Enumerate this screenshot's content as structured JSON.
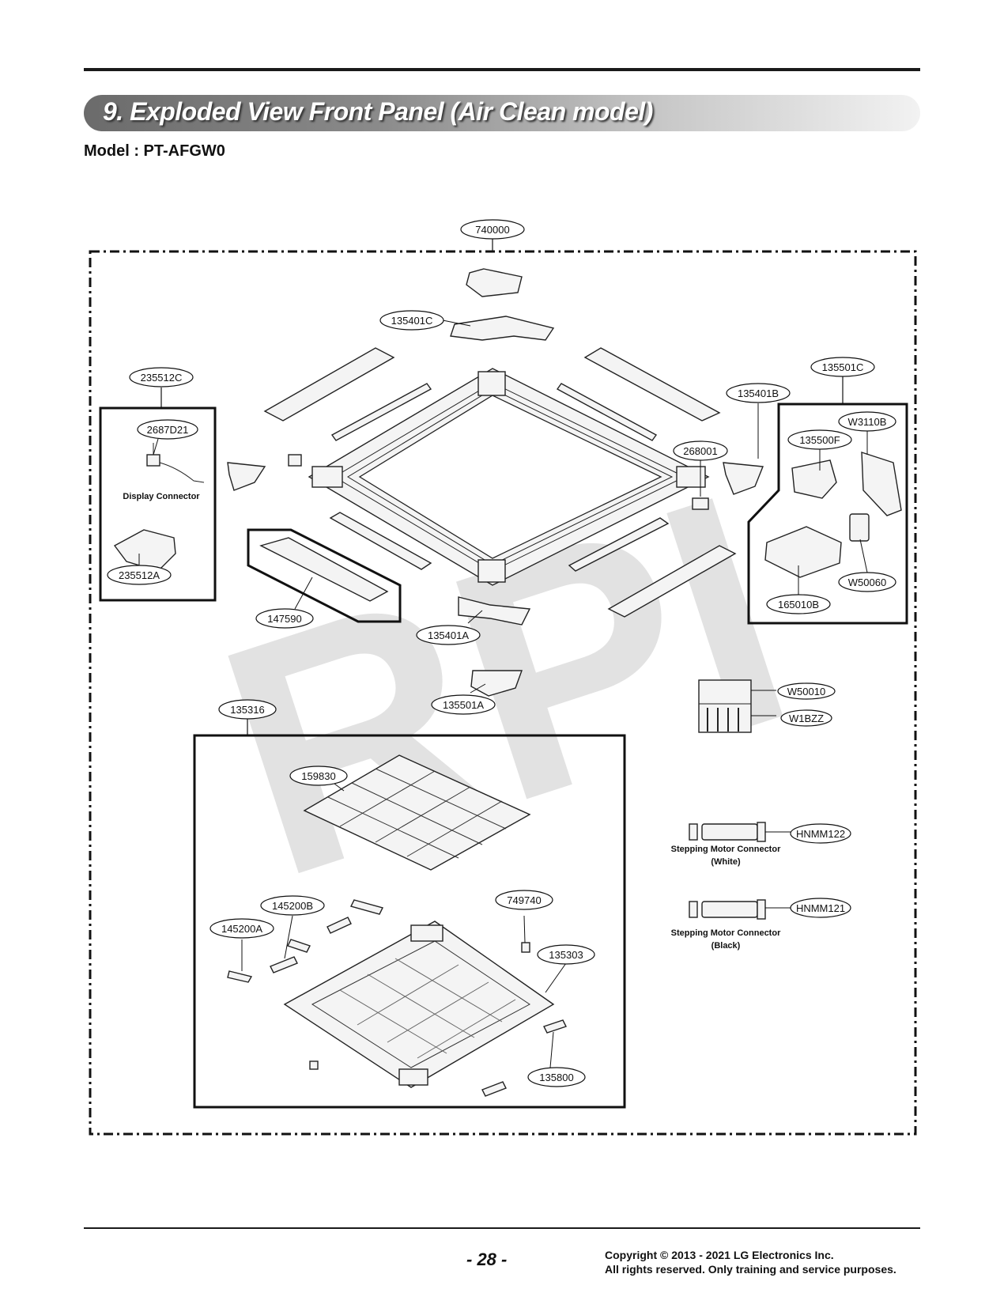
{
  "header": {
    "title": "9. Exploded View Front Panel (Air Clean model)",
    "model": "Model : PT-AFGW0"
  },
  "watermark": "RPI",
  "parts": {
    "p740000": "740000",
    "p135401C": "135401C",
    "p135501C": "135501C",
    "p235512C": "235512C",
    "p135401B": "135401B",
    "p2687D21": "2687D21",
    "pW3110B": "W3110B",
    "p135500F": "135500F",
    "p268001": "268001",
    "p235512A": "235512A",
    "p147590": "147590",
    "pW50060": "W50060",
    "p165010B": "165010B",
    "p135401A": "135401A",
    "p135501A": "135501A",
    "p135316": "135316",
    "pW50010": "W50010",
    "pW1BZZ": "W1BZZ",
    "p159830": "159830",
    "pHNMM122": "HNMM122",
    "p749740": "749740",
    "p145200B": "145200B",
    "p145200A": "145200A",
    "p135303": "135303",
    "pHNMM121": "HNMM121",
    "p135800": "135800"
  },
  "captions": {
    "display_connector": "Display Connector",
    "motor_white_1": "Stepping Motor Connector",
    "motor_white_2": "(White)",
    "motor_black_1": "Stepping Motor Connector",
    "motor_black_2": "(Black)"
  },
  "footer": {
    "page": "- 28 -",
    "copyright_1": "Copyright © 2013 - 2021 LG Electronics Inc.",
    "copyright_2": "All rights reserved. Only training and service purposes."
  }
}
